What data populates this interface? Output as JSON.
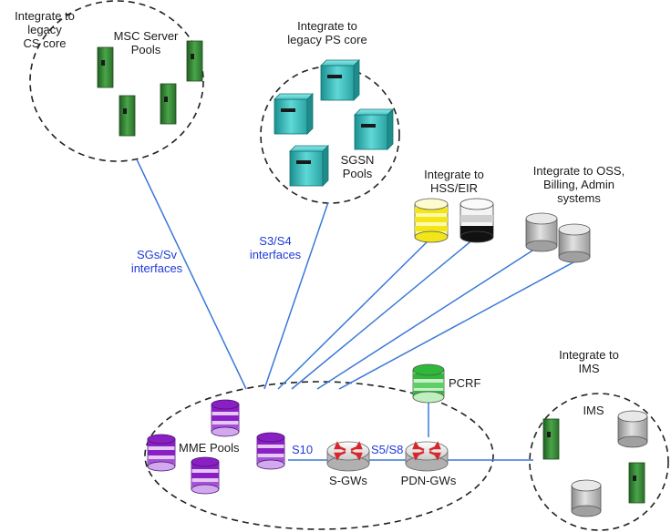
{
  "colors": {
    "link_line": "#3a78d8",
    "server_green": "#3c8a3c",
    "server_teal": "#3dbcbc",
    "mme_purple": "#8a1fc4",
    "hss_yellow": "#f2e51a",
    "pcrf_green": "#2fb83a",
    "router_red": "#d8262a",
    "interface_label": "#1f3ad8"
  },
  "cs_core": {
    "integrate_label": "Integrate to\nlegacy\nCS core",
    "pool_label": "MSC Server\nPools",
    "icon": "server-tower-icon"
  },
  "ps_core": {
    "integrate_label": "Integrate to\nlegacy PS core",
    "pool_label": "SGSN\nPools",
    "icon": "server-cabinet-icon"
  },
  "hss": {
    "integrate_label": "Integrate to\nHSS/EIR",
    "icon": "database-icon"
  },
  "oss": {
    "integrate_label": "Integrate to OSS,\nBilling, Admin\nsystems",
    "icon": "database-icon"
  },
  "ims": {
    "integrate_label": "Integrate to\nIMS",
    "node_label": "IMS"
  },
  "interfaces": {
    "sgs_sv": "SGs/Sv\ninterfaces",
    "s3_s4": "S3/S4\ninterfaces",
    "s10": "S10",
    "s5_s8": "S5/S8"
  },
  "core": {
    "mme_label": "MME Pools",
    "sgw_label": "S-GWs",
    "pdngw_label": "PDN-GWs",
    "pcrf_label": "PCRF",
    "router_icon": "router-icon"
  }
}
